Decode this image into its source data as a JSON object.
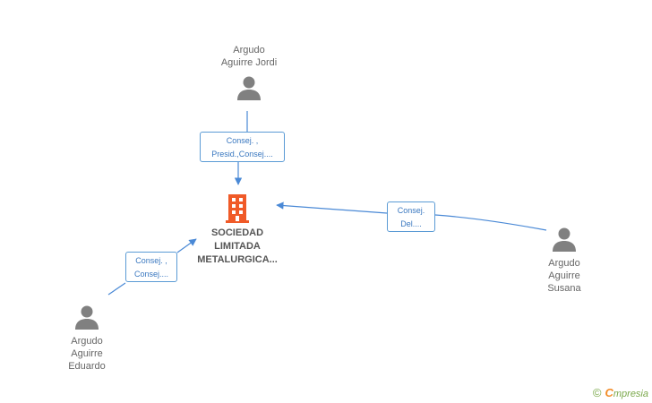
{
  "colors": {
    "edge": "#4a89d6",
    "person": "#808080",
    "company": "#f05a28",
    "label_border": "#5b9bd5"
  },
  "persons": {
    "jordi": {
      "name": "Argudo\nAguirre Jordi",
      "icon": "person-icon"
    },
    "susana": {
      "name": "Argudo\nAguirre\nSusana",
      "icon": "person-icon"
    },
    "eduardo": {
      "name": "Argudo\nAguirre\nEduardo",
      "icon": "person-icon"
    }
  },
  "company": {
    "name": "SOCIEDAD\nLIMITADA\nMETALURGICA...",
    "icon": "building-icon"
  },
  "edges": {
    "jordi": {
      "label": "Consej. ,\nPresid.,Consej...."
    },
    "susana": {
      "label": "Consej.\nDel...."
    },
    "eduardo": {
      "label": "Consej. ,\nConsej...."
    }
  },
  "footer": {
    "copyright": "©",
    "brand_initial": "C",
    "brand_rest": "mpresia"
  }
}
